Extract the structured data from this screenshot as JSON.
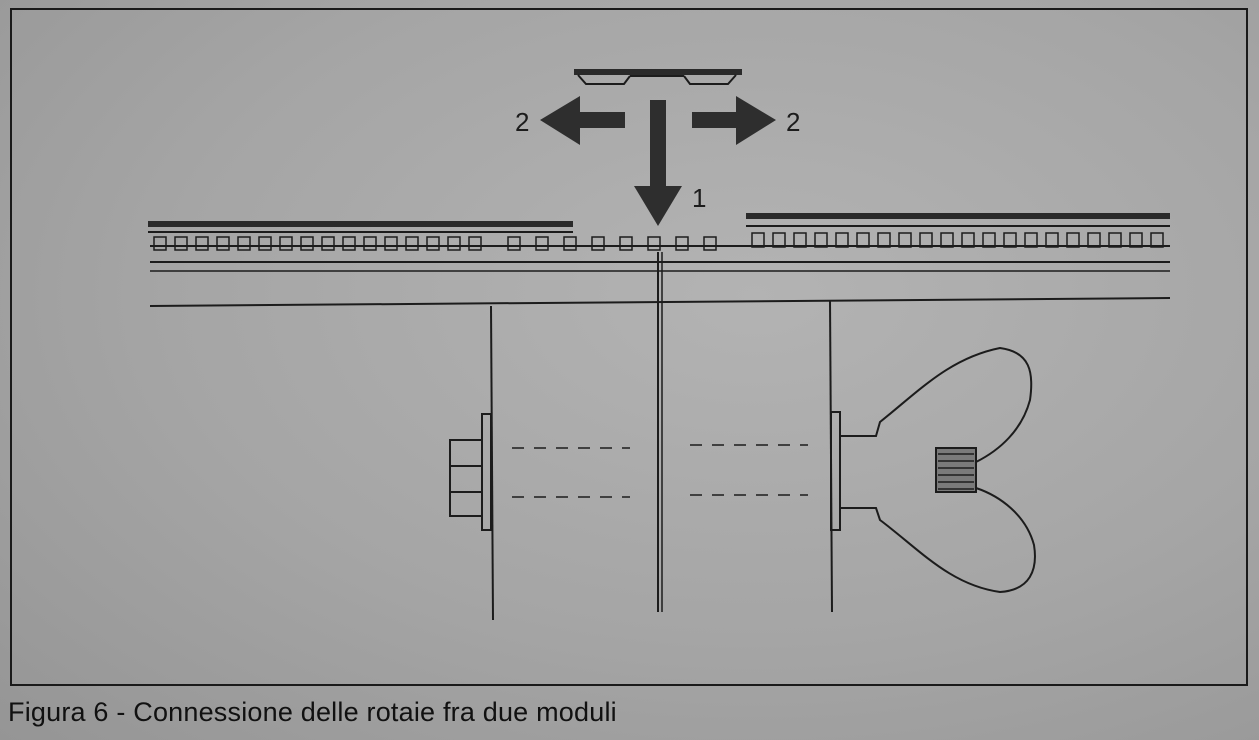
{
  "figure": {
    "caption": "Figura 6 - Connessione delle rotaie fra due moduli",
    "step_labels": {
      "down": "1",
      "left": "2",
      "right": "2"
    },
    "icons": {
      "arrow_down": "arrow-down-icon",
      "arrow_left": "arrow-left-icon",
      "arrow_right": "arrow-right-icon",
      "wing_nut": "wing-nut-icon",
      "bolt_head": "bolt-head-icon"
    },
    "colors": {
      "ink": "#1c1c1c",
      "arrow": "#2e2e2e",
      "paper": "#a7a7a7"
    }
  }
}
